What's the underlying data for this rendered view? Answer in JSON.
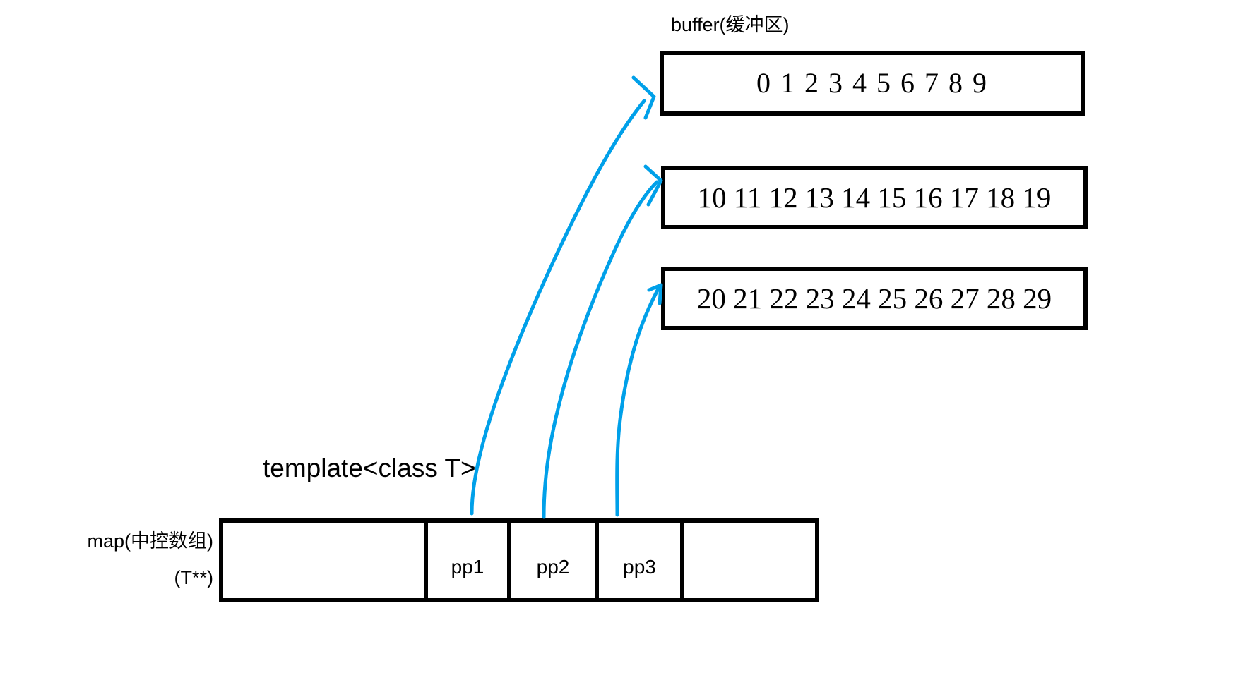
{
  "diagram": {
    "title_text": "buffer(缓冲区)",
    "accent_color": "#00a0e9",
    "line_color": "#000000",
    "background": "#ffffff"
  },
  "buffers": {
    "heading": "buffer(缓冲区)",
    "rows": [
      {
        "id": "buffer-0",
        "content": "0 1 2 3 4 5 6 7 8 9"
      },
      {
        "id": "buffer-1",
        "content": "10 11 12 13 14 15 16 17 18 19"
      },
      {
        "id": "buffer-2",
        "content": "20 21 22 23 24 25 26 27 28 29"
      }
    ]
  },
  "template": {
    "label": "template<class T>"
  },
  "map": {
    "label_line1": "map(中控数组)",
    "label_line2": "(T**)",
    "cells": [
      {
        "id": "map-cell-0",
        "label": ""
      },
      {
        "id": "map-cell-1",
        "label": "pp1"
      },
      {
        "id": "map-cell-2",
        "label": "pp2"
      },
      {
        "id": "map-cell-3",
        "label": "pp3"
      },
      {
        "id": "map-cell-4",
        "label": ""
      }
    ]
  },
  "arrows": [
    {
      "id": "arrow-pp1",
      "from": "map-cell-1",
      "to": "buffer-0"
    },
    {
      "id": "arrow-pp2",
      "from": "map-cell-2",
      "to": "buffer-1"
    },
    {
      "id": "arrow-pp3",
      "from": "map-cell-3",
      "to": "buffer-2"
    }
  ]
}
